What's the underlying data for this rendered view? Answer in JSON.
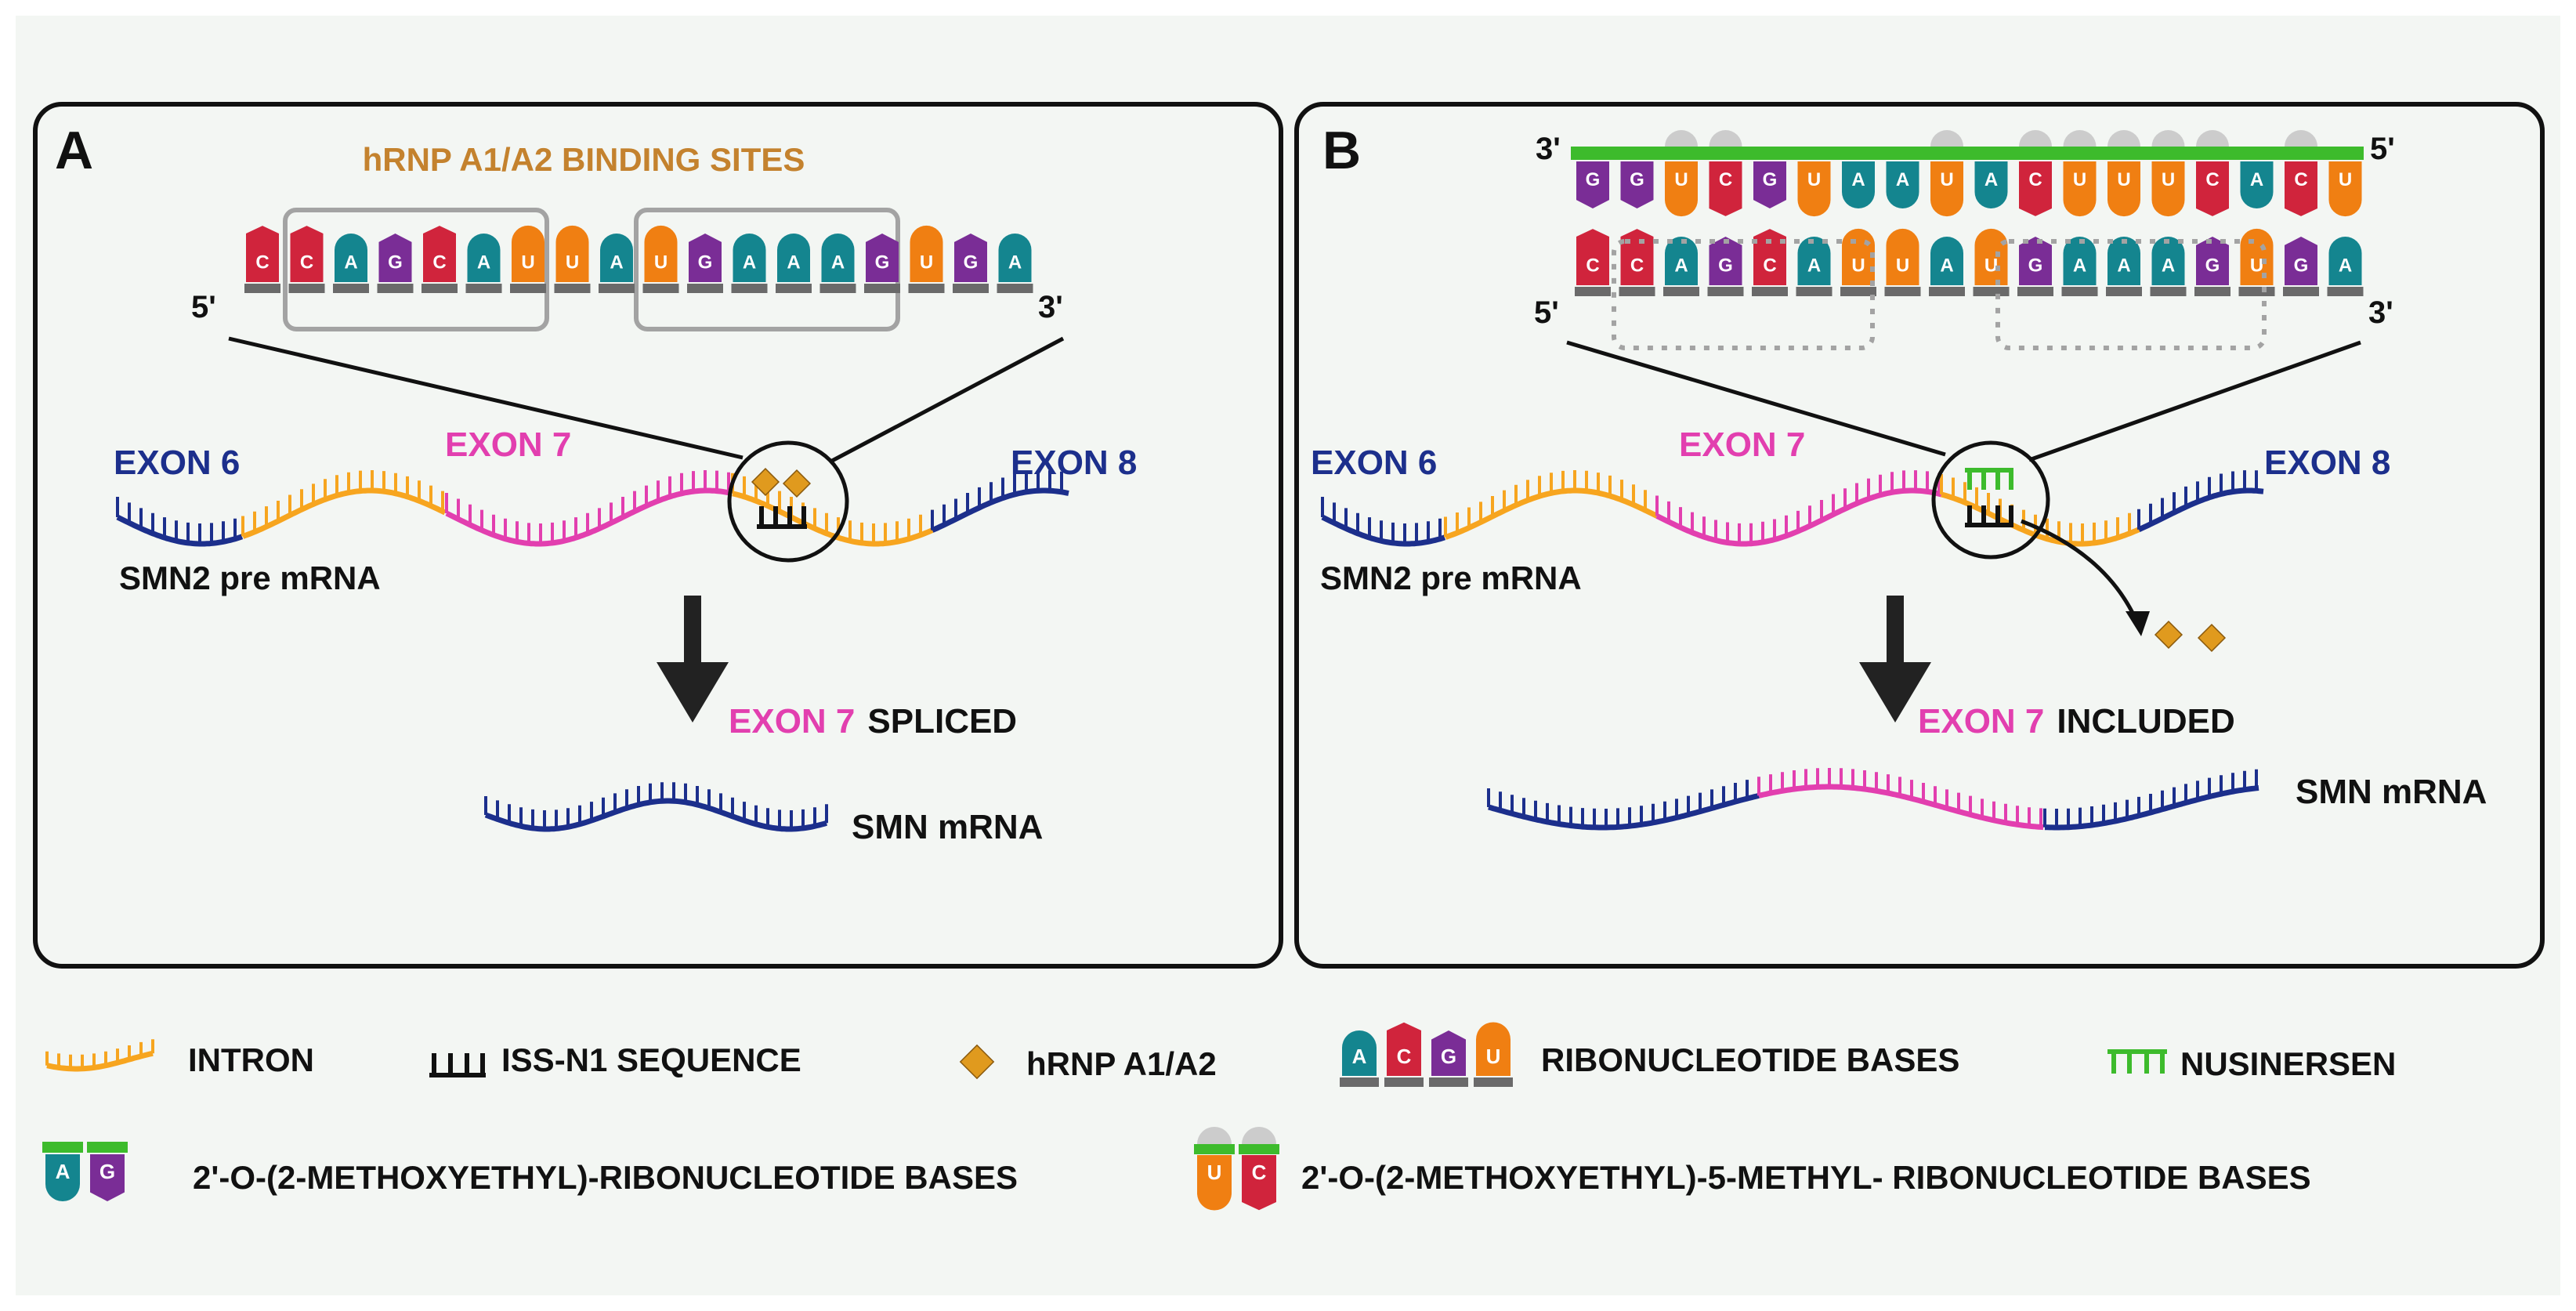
{
  "colors": {
    "background": "#f3f6f3",
    "A": "#14858f",
    "C": "#d0243c",
    "G": "#7a2d96",
    "U": "#f07f12",
    "exon_outer": "#1c2f8c",
    "exon7": "#e23faf",
    "intron": "#f7a51f",
    "hrnp": "#e09a1e",
    "binding_title": "#c4822e",
    "nusinersen": "#3dbb2c",
    "backbone": "#6a6a6a",
    "cap": "#cccccc"
  },
  "panel_a": {
    "letter": "A",
    "binding_title": "hRNP A1/A2 BINDING SITES",
    "sequence": [
      "C",
      "C",
      "A",
      "G",
      "C",
      "A",
      "U",
      "U",
      "A",
      "U",
      "G",
      "A",
      "A",
      "A",
      "G",
      "U",
      "G",
      "A"
    ],
    "end5": "5'",
    "end3": "3'",
    "exon6": "EXON 6",
    "exon7": "EXON 7",
    "exon8": "EXON 8",
    "pre_mrna": "SMN2 pre mRNA",
    "result_exon": "EXON 7",
    "result_word": "SPLICED",
    "product": "SMN mRNA"
  },
  "panel_b": {
    "letter": "B",
    "top_sequence": [
      "G",
      "G",
      "U",
      "C",
      "G",
      "U",
      "A",
      "A",
      "U",
      "A",
      "C",
      "U",
      "U",
      "U",
      "C",
      "A",
      "C",
      "U"
    ],
    "top_end_left": "3'",
    "top_end_right": "5'",
    "bottom_sequence": [
      "C",
      "C",
      "A",
      "G",
      "C",
      "A",
      "U",
      "U",
      "A",
      "U",
      "G",
      "A",
      "A",
      "A",
      "G",
      "U",
      "G",
      "A"
    ],
    "end5": "5'",
    "end3": "3'",
    "exon6": "EXON 6",
    "exon7": "EXON 7",
    "exon8": "EXON 8",
    "pre_mrna": "SMN2 pre mRNA",
    "result_exon": "EXON 7",
    "result_word": "INCLUDED",
    "product": "SMN mRNA"
  },
  "legend": {
    "intron": "INTRON",
    "iss": "ISS-N1 SEQUENCE",
    "hrnp": "hRNP A1/A2",
    "ribo_bases": [
      "A",
      "C",
      "G",
      "U"
    ],
    "ribo": "RIBONUCLEOTIDE BASES",
    "nusinersen": "NUSINERSEN",
    "moe_bases": [
      "A",
      "G"
    ],
    "moe": "2'-O-(2-METHOXYETHYL)-RIBONUCLEOTIDE BASES",
    "moe5m_bases": [
      "U",
      "C"
    ],
    "moe5m": "2'-O-(2-METHOXYETHYL)-5-METHYL- RIBONUCLEOTIDE BASES"
  }
}
